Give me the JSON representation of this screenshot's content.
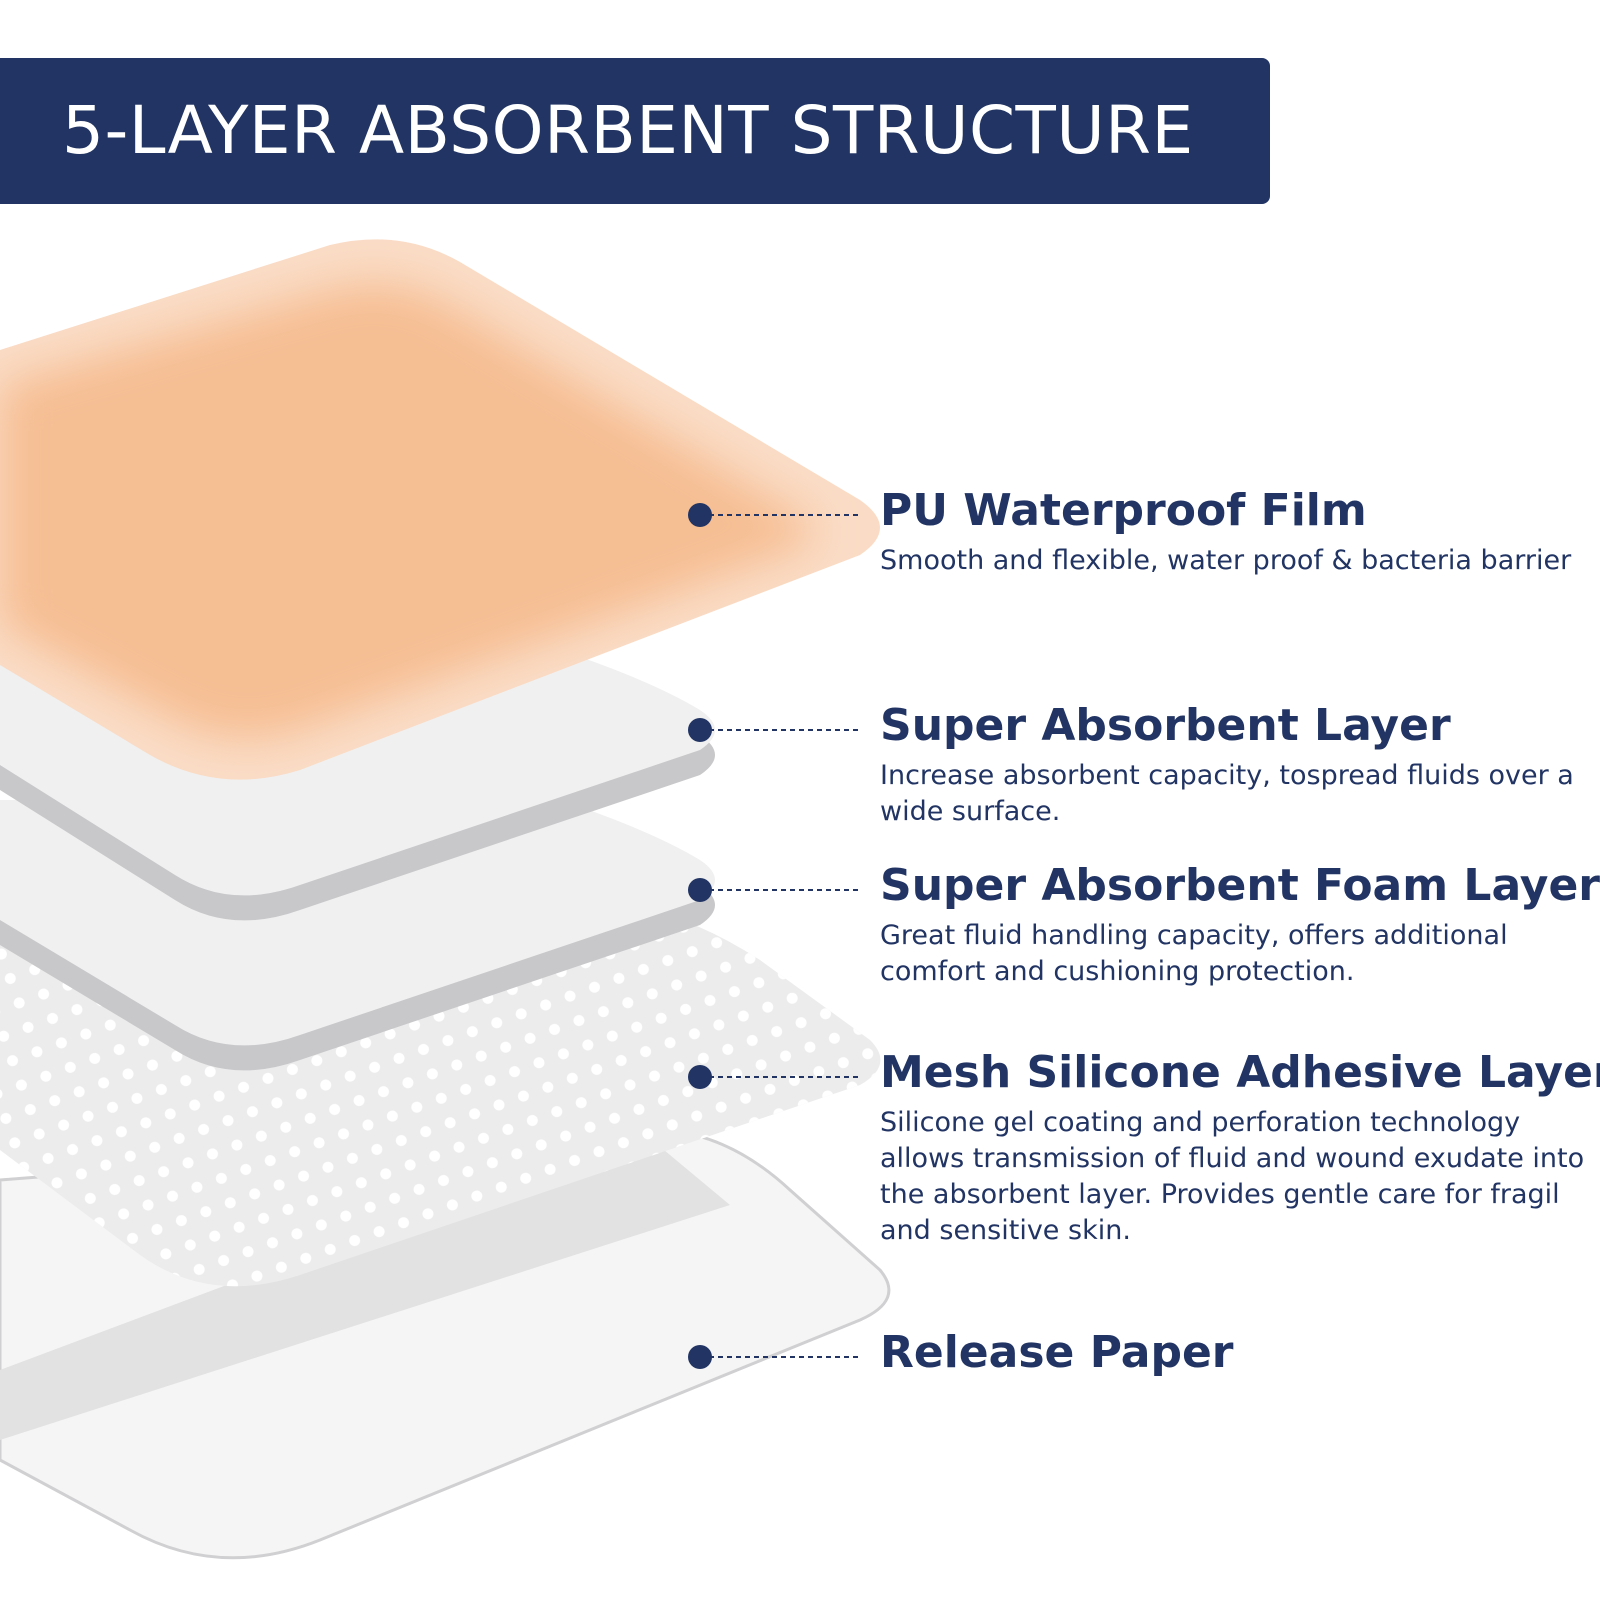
{
  "title": "5-LAYER ABSORBENT STRUCTURE",
  "colors": {
    "navy": "#213463",
    "film": "#F6BE93",
    "layer_white": "#F1F1F2",
    "layer_edge": "#CACACC",
    "release": "#F5F5F5"
  },
  "layers": [
    {
      "name": "PU Waterproof Film",
      "description": "Smooth and flexible, water proof & bacteria barrier"
    },
    {
      "name": "Super Absorbent Layer",
      "description": "Increase absorbent capacity, tospread fluids over a wide surface."
    },
    {
      "name": "Super Absorbent Foam Layer",
      "description": "Great fluid handling capacity, offers additional comfort and cushioning protection."
    },
    {
      "name": "Mesh Silicone Adhesive Layer",
      "description": "Silicone gel coating and perforation technology allows transmission of fluid and wound exudate into the absorbent layer. Provides gentle care for fragil and sensitive skin."
    },
    {
      "name": "Release Paper",
      "description": ""
    }
  ]
}
